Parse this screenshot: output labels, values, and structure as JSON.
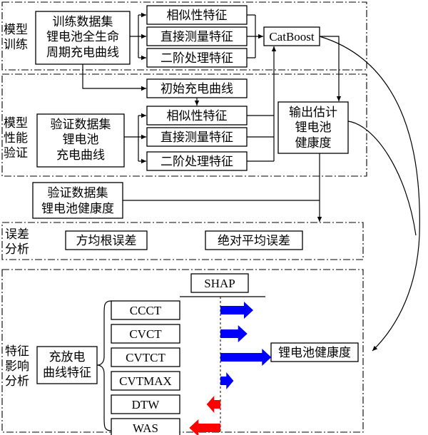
{
  "sections": {
    "training": [
      "模型",
      "训练"
    ],
    "validation": [
      "模型",
      "性能",
      "验证"
    ],
    "error": [
      "误差",
      "分析"
    ],
    "feature": [
      "特征",
      "影响",
      "分析"
    ]
  },
  "boxes": {
    "train_data": [
      "训练数据集",
      "锂电池全生命",
      "周期充电曲线"
    ],
    "sim_feature_1": "相似性特征",
    "direct_feature_1": "直接测量特征",
    "second_feature_1": "二阶处理特征",
    "catboost": "CatBoost",
    "initial_curve": "初始充电曲线",
    "val_data": [
      "验证数据集",
      "锂电池",
      "充电曲线"
    ],
    "sim_feature_2": "相似性特征",
    "direct_feature_2": "直接测量特征",
    "second_feature_2": "二阶处理特征",
    "output": [
      "输出估计",
      "锂电池",
      "健康度"
    ],
    "val_soh": [
      "验证数据集",
      "锂电池健康度"
    ],
    "rmse": "方均根误差",
    "mae": "绝对平均误差",
    "shap": "SHAP",
    "charge_features": [
      "充放电",
      "曲线特征"
    ],
    "soh_target": "锂电池健康度"
  },
  "features": [
    {
      "name": "CCCT",
      "shap": 1.0,
      "color": "#0000ff"
    },
    {
      "name": "CVCT",
      "shap": 0.82,
      "color": "#0000ff"
    },
    {
      "name": "CVTCT",
      "shap": 1.55,
      "color": "#0000ff"
    },
    {
      "name": "CVTMAX",
      "shap": 0.4,
      "color": "#0000ff"
    },
    {
      "name": "DTW",
      "shap": -0.42,
      "color": "#ff0000"
    },
    {
      "name": "WAS",
      "shap": -0.95,
      "color": "#ff0000"
    }
  ]
}
